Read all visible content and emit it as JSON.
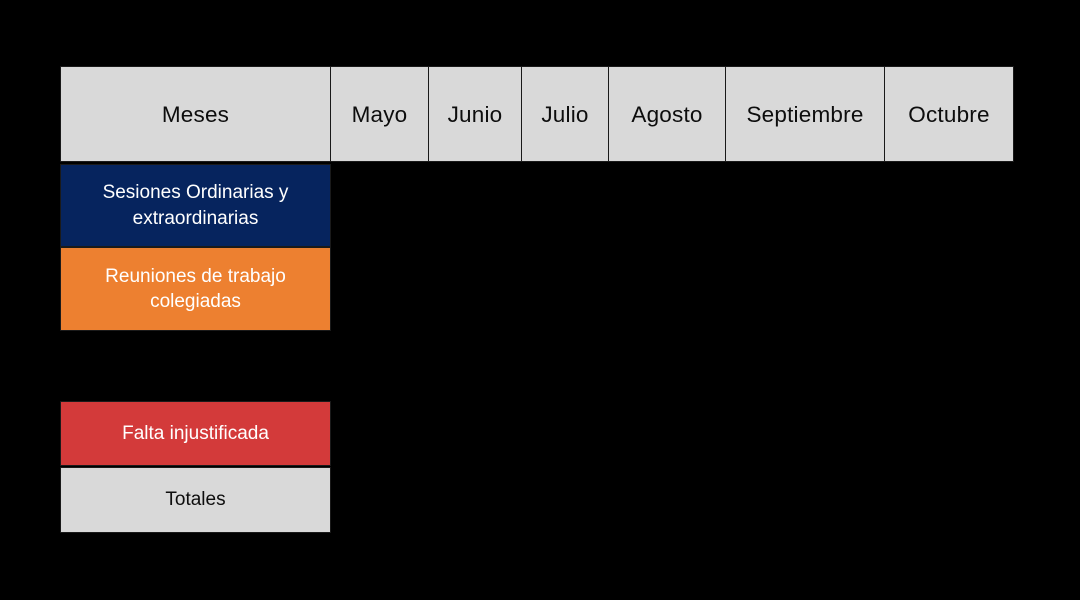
{
  "slide": {
    "background_color": "#000000",
    "table_name": "tabla-asistencia-meses"
  },
  "palette": {
    "header_fill": "#d9d9d9",
    "header_text": "#0d0d0d",
    "sesiones_fill": "#06245e",
    "reuniones_fill": "#ed8030",
    "falta_fill": "#d33a3a",
    "totales_fill": "#d9d9d9",
    "border": "#1a1a1a",
    "light_text": "#ffffff"
  },
  "table": {
    "header": {
      "row_label": "Meses",
      "months": [
        "Mayo",
        "Junio",
        "Julio",
        "Agosto",
        "Septiembre",
        "Octubre"
      ]
    },
    "rows": [
      {
        "label": "Sesiones Ordinarias y extraordinarias",
        "fill": "#06245e",
        "text_color": "#ffffff",
        "values": [
          "",
          "",
          "",
          "",
          "",
          ""
        ]
      },
      {
        "label": "Reuniones de trabajo colegiadas",
        "fill": "#ed8030",
        "text_color": "#ffffff",
        "values": [
          "",
          "",
          "",
          "",
          "",
          ""
        ]
      },
      {
        "label": "Falta injustificada",
        "fill": "#d33a3a",
        "text_color": "#ffffff",
        "values": [
          "",
          "",
          "",
          "",
          "",
          ""
        ]
      },
      {
        "label": "Totales",
        "fill": "#d9d9d9",
        "text_color": "#0d0d0d",
        "values": [
          "",
          "",
          "",
          "",
          "",
          ""
        ]
      }
    ]
  }
}
